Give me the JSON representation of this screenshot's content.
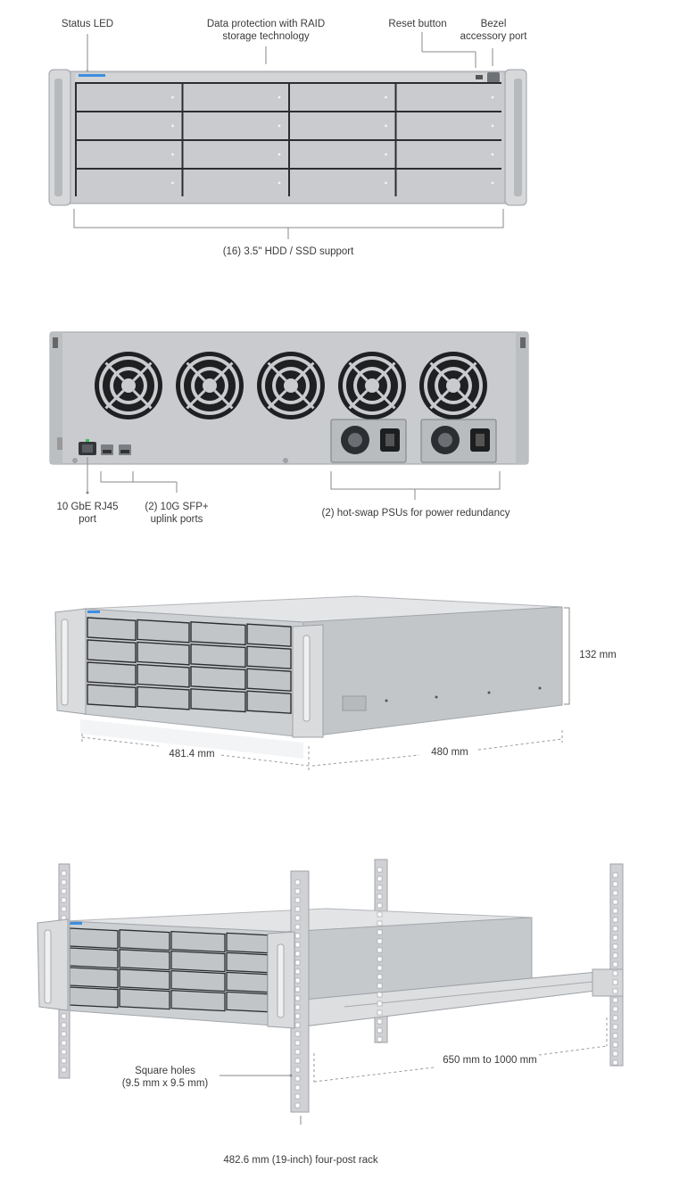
{
  "front_view": {
    "status_led": "Status LED",
    "raid_line1": "Data protection with RAID",
    "raid_line2": "storage technology",
    "reset_button": "Reset button",
    "bezel_line1": "Bezel",
    "bezel_line2": "accessory port",
    "drive_support": "(16) 3.5\" HDD / SSD support"
  },
  "rear_view": {
    "rj45_line1": "10 GbE RJ45",
    "rj45_line2": "port",
    "sfp_line1": "(2) 10G SFP+",
    "sfp_line2": "uplink ports",
    "psu": "(2) hot-swap PSUs for power redundancy"
  },
  "dimension_view": {
    "height": "132 mm",
    "width": "481.4 mm",
    "depth": "480 mm"
  },
  "rack_view": {
    "holes_line1": "Square holes",
    "holes_line2": "(9.5 mm x 9.5 mm)",
    "rail_range": "650 mm to 1000 mm",
    "rack": "482.6 mm (19-inch) four-post rack"
  },
  "colors": {
    "chassis": "#c9cbce",
    "chassis_dark": "#a9acb0",
    "bay_gap": "#2b2d30",
    "fan_ring": "#1f2022",
    "led": "#3b8fe0"
  }
}
